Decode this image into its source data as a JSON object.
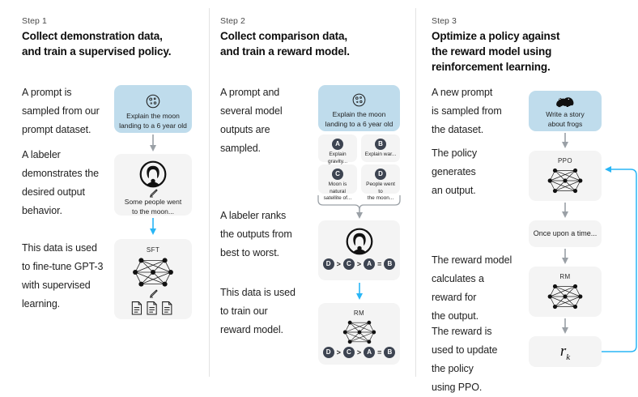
{
  "diagram": {
    "title": "RLHF three-step training diagram",
    "accent_blue": "#29b6f6",
    "prompt_card_blue": "#bfdcec",
    "card_grey": "#f4f4f4",
    "arrow_grey": "#9aa0a6",
    "badge_dark": "#3d4451"
  },
  "columns": [
    {
      "step_label": "Step 1",
      "title_line1": "Collect demonstration data,",
      "title_line2": "and train a supervised policy.",
      "paragraphs": [
        "A prompt is\nsampled from our\nprompt dataset.",
        "A labeler\ndemonstrates the\ndesired output\nbehavior.",
        "This data is used\nto fine-tune GPT-3\nwith supervised\nlearning."
      ],
      "cards": [
        {
          "kind": "prompt",
          "icon": "moon-icon",
          "caption": "Explain the moon\nlanding to a 6 year old"
        },
        {
          "kind": "labeler",
          "icon": "labeler-avatar-icon",
          "sub_icon": "pencil-icon",
          "caption": "Some people went\nto the moon..."
        },
        {
          "kind": "model",
          "title": "SFT",
          "icon": "neural-network-icon",
          "sub_icon": "pencil-icon",
          "extra_icon": "documents-icon"
        }
      ]
    },
    {
      "step_label": "Step 2",
      "title_line1": "Collect comparison data,",
      "title_line2": "and train a reward model.",
      "paragraphs": [
        "A prompt and\nseveral model\noutputs are\nsampled.",
        "A labeler ranks\nthe outputs from\nbest to worst.",
        "This data is used\nto train our\nreward model."
      ],
      "cards": [
        {
          "kind": "prompt",
          "icon": "moon-icon",
          "caption": "Explain the moon\nlanding to a 6 year old"
        },
        {
          "kind": "labeler",
          "icon": "labeler-avatar-icon",
          "ranking": [
            "D",
            ">",
            "C",
            ">",
            "A",
            "=",
            "B"
          ]
        },
        {
          "kind": "model",
          "title": "RM",
          "icon": "neural-network-icon",
          "ranking": [
            "D",
            ">",
            "C",
            ">",
            "A",
            "=",
            "B"
          ]
        }
      ],
      "options": [
        {
          "badge": "A",
          "text": "Explain gravity..."
        },
        {
          "badge": "B",
          "text": "Explain war..."
        },
        {
          "badge": "C",
          "text": "Moon is natural\nsatellite of..."
        },
        {
          "badge": "D",
          "text": "People went to\nthe moon..."
        }
      ]
    },
    {
      "step_label": "Step 3",
      "title_line1": "Optimize a policy against",
      "title_line2": "the reward model using",
      "title_line3": "reinforcement learning.",
      "paragraphs": [
        "A new prompt\nis sampled from\nthe dataset.",
        "The policy\ngenerates\nan output.",
        "The reward model\ncalculates a\nreward for\nthe output.",
        "The reward is\nused to update\nthe policy\nusing PPO."
      ],
      "cards": [
        {
          "kind": "prompt",
          "icon": "frog-icon",
          "caption": "Write a story\nabout frogs"
        },
        {
          "kind": "model",
          "title": "PPO",
          "icon": "neural-network-icon"
        },
        {
          "kind": "text",
          "text": "Once upon a time..."
        },
        {
          "kind": "model",
          "title": "RM",
          "icon": "neural-network-icon"
        },
        {
          "kind": "reward",
          "symbol": "r",
          "subscript": "k"
        }
      ]
    }
  ]
}
